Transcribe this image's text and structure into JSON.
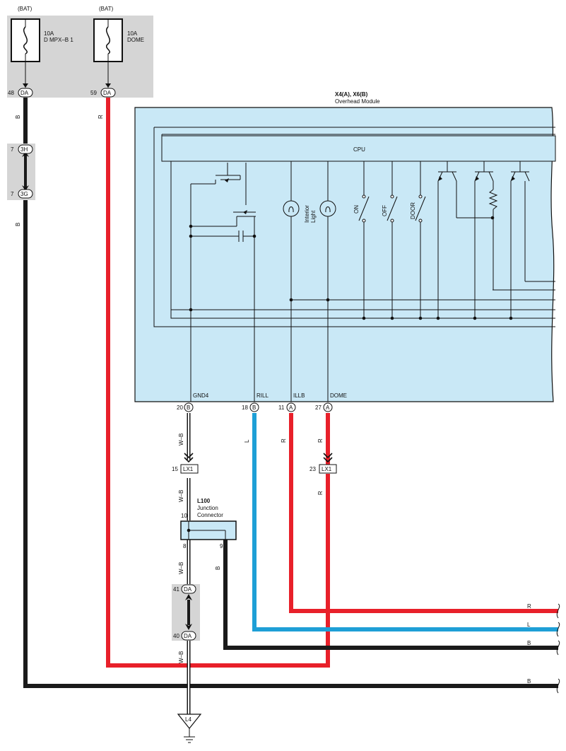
{
  "fuses": [
    {
      "source": "(BAT)",
      "rating": "10A",
      "name": "D MPX–B 1"
    },
    {
      "source": "(BAT)",
      "rating": "10A",
      "name": "DOME"
    }
  ],
  "module": {
    "title": "X4(A), X6(B)",
    "subtitle": "Overhead Module",
    "cpu": "CPU"
  },
  "module_pins": [
    {
      "num": "20",
      "conn": "B",
      "label": "GND4",
      "wire": "W–B"
    },
    {
      "num": "18",
      "conn": "B",
      "label": "RILL",
      "wire": "L"
    },
    {
      "num": "11",
      "conn": "A",
      "label": "ILLB",
      "wire": "R"
    },
    {
      "num": "27",
      "conn": "A",
      "label": "DOME",
      "wire": "R"
    }
  ],
  "switches": [
    "ON",
    "OFF",
    "DOOR"
  ],
  "interior_light": {
    "line1": "Interior",
    "line2": "Light"
  },
  "connectors": {
    "da48": {
      "num": "48",
      "code": "DA"
    },
    "da59": {
      "num": "59",
      "code": "DA"
    },
    "h3": {
      "num": "7",
      "code": "3H"
    },
    "g3": {
      "num": "7",
      "code": "3G"
    },
    "lx1_15": {
      "num": "15",
      "code": "LX1"
    },
    "lx1_23": {
      "num": "23",
      "code": "LX1"
    },
    "da41": {
      "num": "41",
      "code": "DA"
    },
    "da40": {
      "num": "40",
      "code": "DA"
    }
  },
  "junction": {
    "code": "L100",
    "line1": "Junction",
    "line2": "Connector",
    "pin_in": "10",
    "pin_a": "8",
    "pin_b": "9"
  },
  "ground": {
    "code": "L4"
  },
  "wire_colors": {
    "left_b_1": "B",
    "left_b_2": "B",
    "left_r": "R",
    "gnd_wb_1": "W–B",
    "gnd_wb_2": "W–B",
    "gnd_wb_3": "W–B",
    "gnd_wb_4": "W–B",
    "junction_b": "B",
    "dome_r": "R"
  },
  "right_wires": [
    "R",
    "L",
    "B",
    "B"
  ],
  "colors": {
    "red": "#e8202a",
    "blue": "#1e9fd6",
    "black": "#1a1a1a",
    "module_fill": "#c9e8f6",
    "gray_box": "#d5d5d5"
  }
}
